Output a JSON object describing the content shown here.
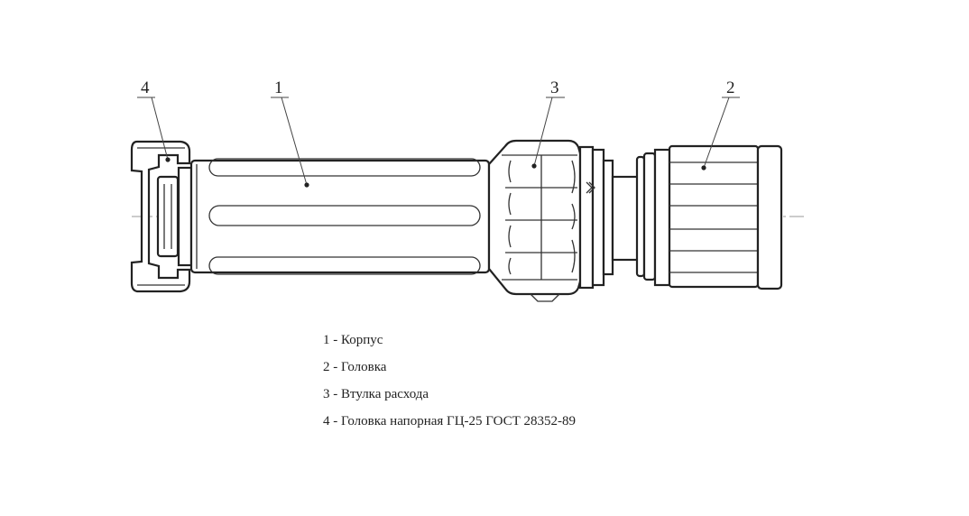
{
  "callouts": {
    "c1": "1",
    "c2": "2",
    "c3": "3",
    "c4": "4"
  },
  "legend": [
    {
      "text": "1 - Корпус"
    },
    {
      "text": "2 - Головка"
    },
    {
      "text": "3 - Втулка расхода"
    },
    {
      "text": "4 - Головка напорная ГЦ-25 ГОСТ 28352-89"
    }
  ]
}
